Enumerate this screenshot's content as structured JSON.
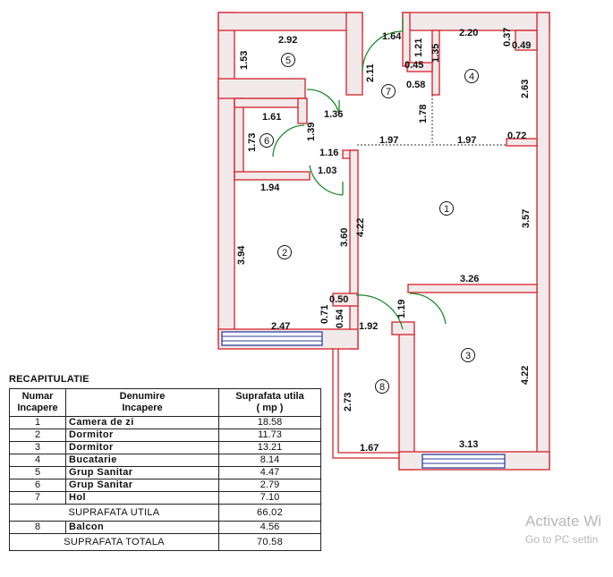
{
  "plan": {
    "dimensions": [
      "2.92",
      "1.53",
      "1.64",
      "2.20",
      "0.37",
      "0.49",
      "1.35",
      "2.11",
      "1.21",
      "0.45",
      "0.58",
      "2.63",
      "1.78",
      "1.36",
      "1.61",
      "1.73",
      "1.39",
      "1.97",
      "1.97",
      "0.72",
      "1.16",
      "1.03",
      "1.94",
      "3.57",
      "4.22",
      "3.60",
      "3.94",
      "3.26",
      "0.50",
      "1.19",
      "0.71",
      "0.54",
      "1.92",
      "2.47",
      "2.73",
      "4.22",
      "1.67",
      "3.13"
    ],
    "room_numbers": [
      "1",
      "2",
      "3",
      "4",
      "5",
      "6",
      "7",
      "8"
    ]
  },
  "recap": {
    "title": "RECAPITULATIE",
    "headers": {
      "number": [
        "Numar",
        "Incapere"
      ],
      "name": [
        "Denumire",
        "Incapere"
      ],
      "area": [
        "Suprafata utila",
        "( mp )"
      ]
    },
    "rooms": [
      {
        "num": "1",
        "name": "Camera de zi",
        "area": "18.58"
      },
      {
        "num": "2",
        "name": "Dormitor",
        "area": "11.73"
      },
      {
        "num": "3",
        "name": "Dormitor",
        "area": "13.21"
      },
      {
        "num": "4",
        "name": "Bucatarie",
        "area": "8.14"
      },
      {
        "num": "5",
        "name": "Grup Sanitar",
        "area": "4.47"
      },
      {
        "num": "6",
        "name": "Grup Sanitar",
        "area": "2.79"
      },
      {
        "num": "7",
        "name": "Hol",
        "area": "7.10"
      }
    ],
    "useful_label": "SUPRAFATA UTILA",
    "useful_value": "66.02",
    "balcony": {
      "num": "8",
      "name": "Balcon",
      "area": "4.56"
    },
    "total_label": "SUPRAFATA TOTALA",
    "total_value": "70.58"
  },
  "watermark": {
    "title": "Activate Wi",
    "subtitle": "Go to PC settin"
  }
}
